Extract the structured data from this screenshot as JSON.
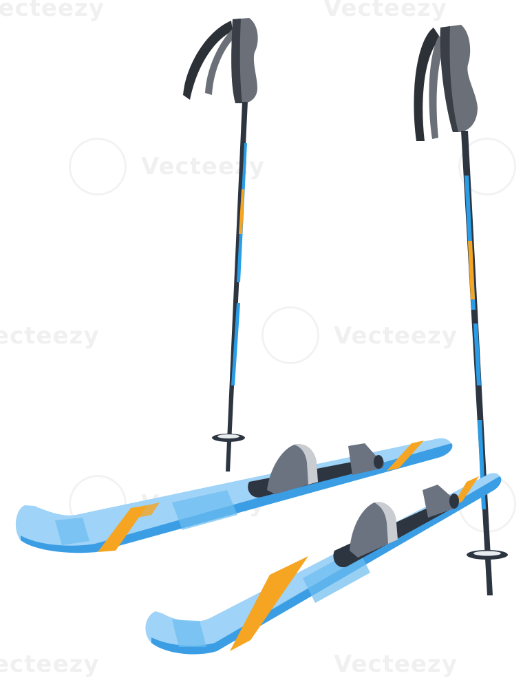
{
  "watermark": {
    "brand": "Vecteezy",
    "brand_cropped_left": "ecteezy",
    "brand_cropped_top": "Vecteezy"
  },
  "colors": {
    "background": "#ffffff",
    "ski_light_blue": "#9fd3f7",
    "ski_mid_blue": "#3b9de3",
    "ski_edge_blue": "#1e8fe0",
    "ski_stripe_orange": "#f5a521",
    "binding_dark": "#2c3540",
    "binding_gray": "#6b7280",
    "binding_highlight": "#c9ccd1",
    "pole_shaft_blue": "#2a9de6",
    "pole_shaft_dark": "#2c3540",
    "pole_accent_orange": "#f5a521",
    "grip_gray": "#6b7078",
    "grip_dark": "#2c3138"
  },
  "objects": {
    "left_pole": "ski-pole",
    "right_pole": "ski-pole",
    "back_ski": "ski",
    "front_ski": "ski"
  }
}
